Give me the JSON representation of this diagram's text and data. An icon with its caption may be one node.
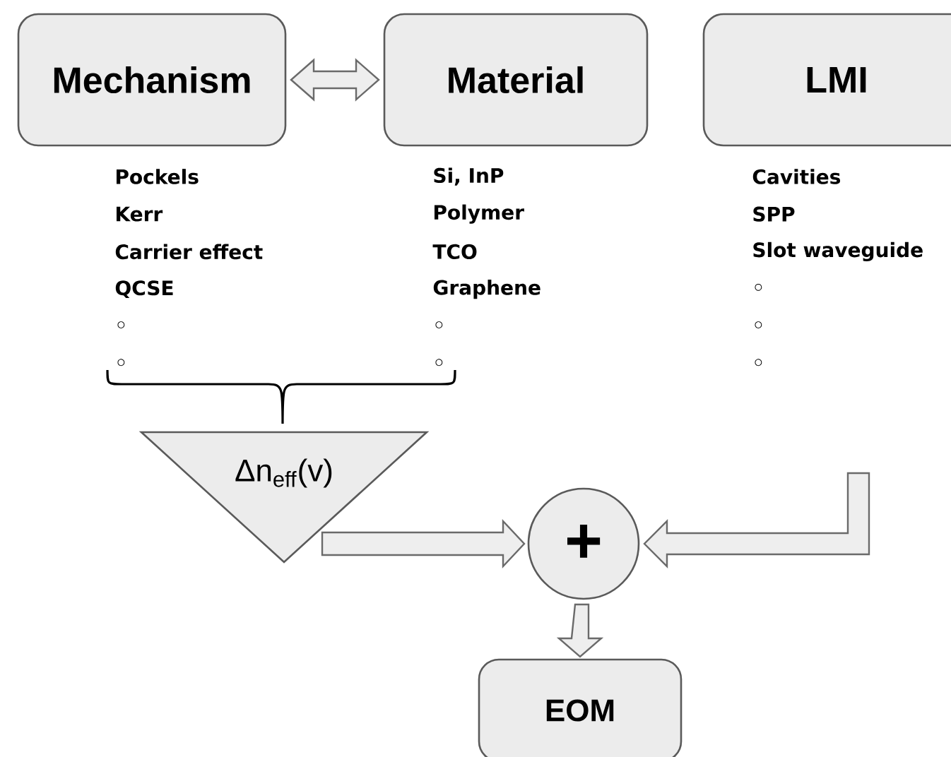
{
  "diagram": {
    "nodes": [
      {
        "text": [
          "Mechanism"
        ],
        "beside": [
          "Pockels",
          "Kerr",
          "Carrier effect",
          "QCSE",
          "◦",
          "◦"
        ]
      },
      {
        "text": [
          "Material"
        ],
        "beside": [
          "Si, InP",
          "Polymer",
          "TCO",
          "Graphene",
          "◦",
          "◦"
        ]
      },
      {
        "text": [
          "LMI"
        ],
        "beside": [
          "Cavities",
          "SPP",
          "Slot waveguide",
          "◦",
          "◦",
          "◦"
        ]
      },
      {
        "text": [
          "Δn$_{eff}$(v)"
        ]
      },
      {
        "text": [
          "+"
        ]
      },
      {
        "text": [
          "EOM"
        ]
      }
    ],
    "edges": [
      {
        "from": 0,
        "to": 1,
        "arrow": "both"
      },
      {
        "from": 3,
        "to": 4,
        "arrow": "to"
      },
      {
        "from": 2,
        "to": 4,
        "arrow": "to"
      },
      {
        "from": 4,
        "to": 5,
        "arrow": "to"
      }
    ]
  }
}
